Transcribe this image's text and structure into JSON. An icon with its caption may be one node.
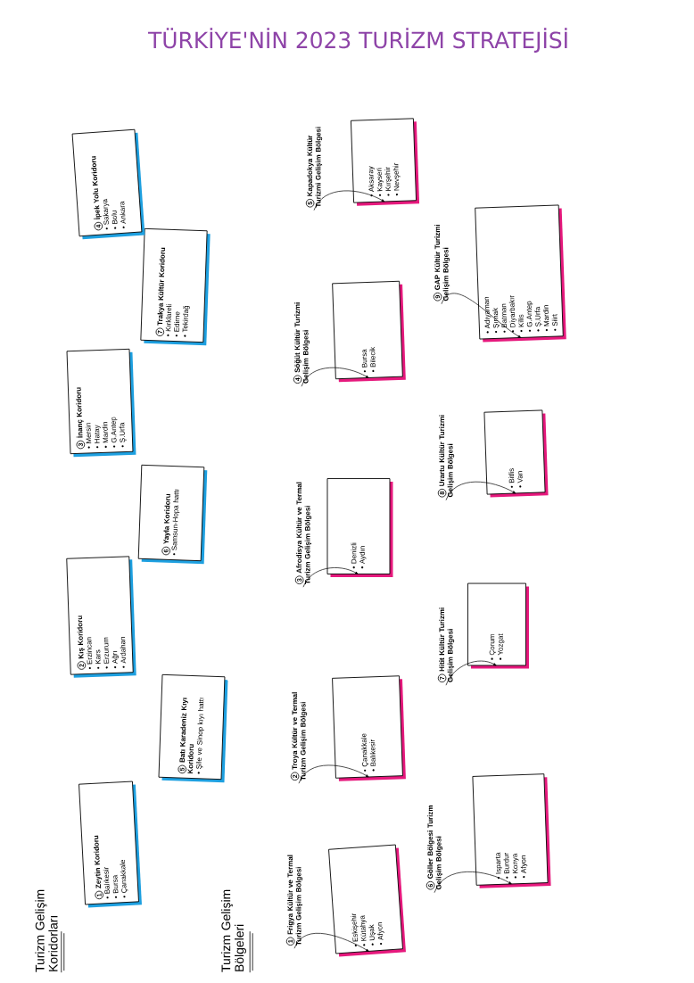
{
  "diagram": {
    "nodes": [
      {
        "text": [
          "1",
          "Zeytin Koridoru",
          "• Balıkesir",
          "• Bursa",
          "• Çanakkale"
        ]
      },
      {
        "text": [
          "5",
          "Batı Karadeniz Kıyı Koridoru",
          "• Şile ve Sinop kıyı hattı"
        ]
      },
      {
        "text": [
          "2",
          "Kış Koridoru",
          "• Erzincan",
          "• Kars",
          "• Erzurum",
          "• Ağrı",
          "• Ardahan"
        ]
      },
      {
        "text": [
          "6",
          "Yayla Koridoru",
          "• Samsun-Hopa hattı"
        ]
      },
      {
        "text": [
          "3",
          "İnanç Koridoru",
          "• Mersin",
          "• Hatay",
          "• Mardin",
          "• G.Antep",
          "• Ş.Urfa"
        ]
      },
      {
        "text": [
          "7",
          "Trakya Kültür Koridoru",
          "• Kırklareli",
          "• Edirne",
          "• Tekirdağ"
        ]
      },
      {
        "text": [
          "4",
          "İpek Yolu Koridoru",
          "• Sakarya",
          "• Bolu",
          "• Ankara"
        ]
      },
      {
        "text": [
          "1",
          "Frigya Kültür ve Termal Turizm Gelişim Bölgesi"
        ]
      },
      {
        "text": [
          "• Eskişehir",
          "• Kütahya",
          "• Uşak",
          "• Afyon"
        ]
      },
      {
        "text": [
          "2",
          "Troya Kültür ve Termal Turizm Gelişim Bölgesi"
        ]
      },
      {
        "text": [
          "• Çanakkale",
          "• Balıkesir"
        ]
      },
      {
        "text": [
          "3",
          "Afrodisya Kültür ve Termal Turizm Gelişim Bölgesi"
        ]
      },
      {
        "text": [
          "• Denizli",
          "• Aydın"
        ]
      },
      {
        "text": [
          "4",
          "Söğüt Kültür Turizmi Gelişim Bölgesi"
        ]
      },
      {
        "text": [
          "• Bursa",
          "• Bilecik"
        ]
      },
      {
        "text": [
          "5",
          "Kapadokya Kültür Turizmi Gelişim Bölgesi"
        ]
      },
      {
        "text": [
          "• Aksaray",
          "• Kayseri",
          "• Kırşehir",
          "• Nevşehir"
        ]
      },
      {
        "text": [
          "6",
          "Göller Bölgesi Turizm Gelişim Bölgesi"
        ]
      },
      {
        "text": [
          "• Isparta",
          "• Burdur",
          "• Konya",
          "• Afyon"
        ]
      },
      {
        "text": [
          "7",
          "Hitit Kültür Turizmi Gelişim Bölgesi"
        ]
      },
      {
        "text": [
          "• Çorum",
          "• Yozgat"
        ]
      },
      {
        "text": [
          "8",
          "Urartu Kültür Turizmi Gelişim Bölgesi"
        ]
      },
      {
        "text": [
          "• Bitlis",
          "• Van"
        ]
      },
      {
        "text": [
          "9",
          "GAP Kültür Turizmi Gelişim Bölgesi"
        ]
      },
      {
        "text": [
          "• Adıyaman",
          "• Şırnak",
          "• Batman",
          "• Diyarbakır",
          "• Kilis",
          "• G.Antep",
          "• Ş.Urfa",
          "• Mardin",
          "• Siirt"
        ]
      }
    ],
    "edges": [
      {
        "from": 7,
        "to": 8,
        "arrow": "to"
      },
      {
        "from": 9,
        "to": 10,
        "arrow": "to"
      },
      {
        "from": 11,
        "to": 12,
        "arrow": "to"
      },
      {
        "from": 13,
        "to": 14,
        "arrow": "to"
      },
      {
        "from": 15,
        "to": 16,
        "arrow": "to"
      },
      {
        "from": 17,
        "to": 18,
        "arrow": "to"
      },
      {
        "from": 19,
        "to": 20,
        "arrow": "to"
      },
      {
        "from": 21,
        "to": 22,
        "arrow": "to"
      },
      {
        "from": 23,
        "to": 24,
        "arrow": "to"
      }
    ],
    "labels": [
      "TÜRKİYE'NİN 2023 TURİZM STRATEJİSİ",
      "Turizm Gelişim Koridorları",
      "Turizm Gelişim Bölgeleri"
    ]
  }
}
